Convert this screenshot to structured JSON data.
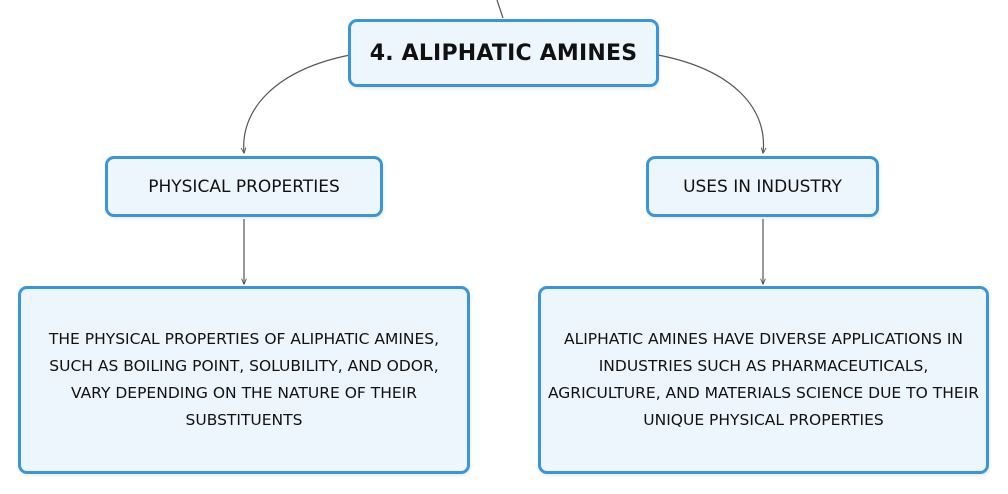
{
  "root": {
    "label": "4. ALIPHATIC AMINES"
  },
  "branches": [
    {
      "label": "PHYSICAL PROPERTIES",
      "detail": "THE PHYSICAL PROPERTIES OF ALIPHATIC AMINES, SUCH AS BOILING POINT, SOLUBILITY, AND ODOR, VARY DEPENDING ON THE NATURE OF THEIR SUBSTITUENTS"
    },
    {
      "label": "USES IN INDUSTRY",
      "detail": "ALIPHATIC AMINES HAVE DIVERSE APPLICATIONS IN INDUSTRIES SUCH AS PHARMACEUTICALS, AGRICULTURE, AND MATERIALS SCIENCE DUE TO THEIR UNIQUE PHYSICAL PROPERTIES"
    }
  ],
  "colors": {
    "node_border": "#3a95da",
    "node_fill": "#eef6fd",
    "connector": "#555555"
  }
}
